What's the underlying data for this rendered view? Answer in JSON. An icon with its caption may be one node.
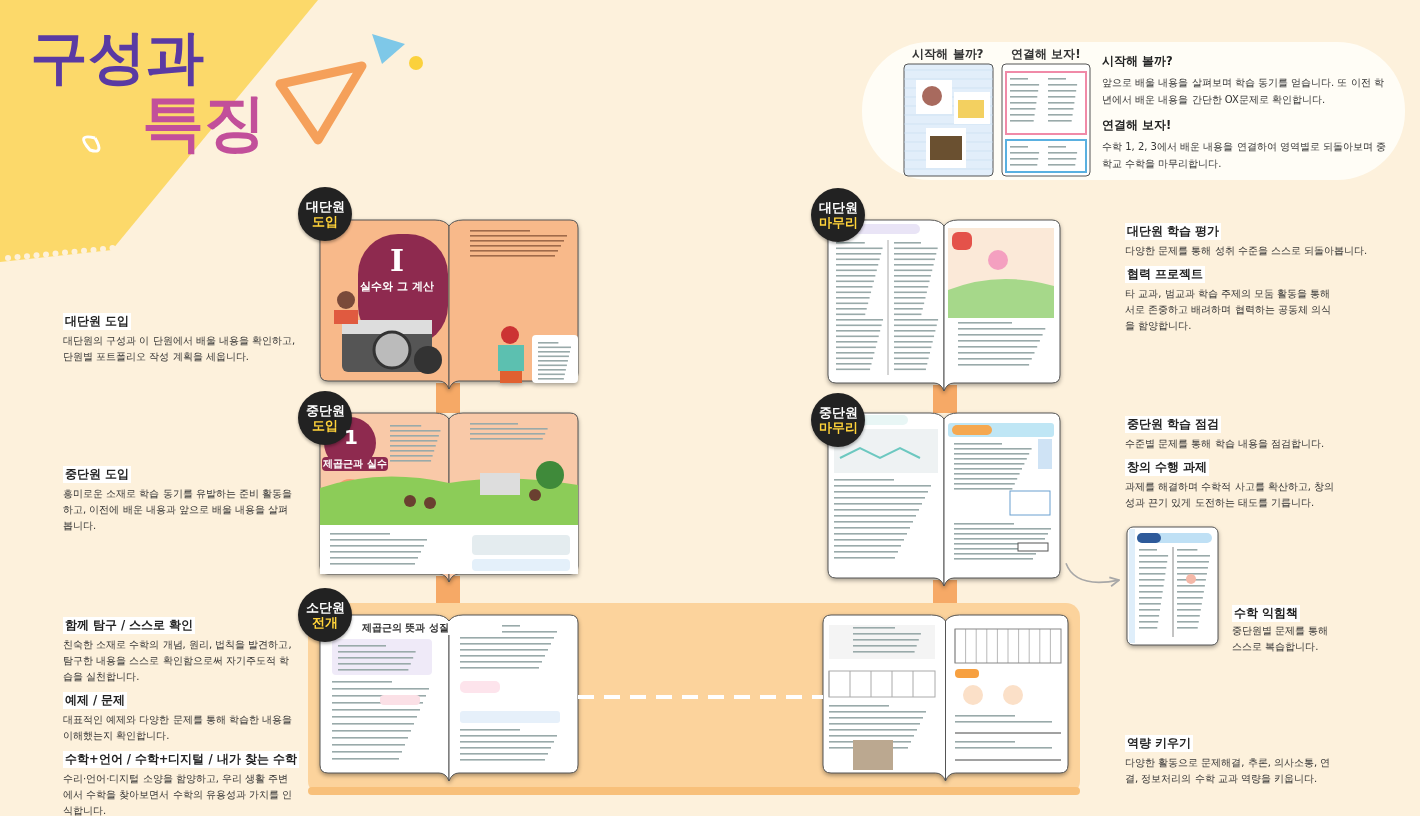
{
  "diagram": {
    "title": "구성과 특징",
    "nodes": [
      {
        "text": [
          "대단원 도입",
          "I",
          "실수와 그 계산"
        ]
      },
      {
        "text": [
          "중단원 도입",
          "1",
          "제곱근과 실수"
        ]
      },
      {
        "text": [
          "소단원 전개"
        ]
      },
      {
        "text": [
          "제곱근의 뜻과 성질"
        ],
        "in": 2
      },
      {
        "text": [],
        "shape": "picture",
        "in": 2
      },
      {
        "text": [
          "중단원 마무리"
        ]
      },
      {
        "text": [
          "대단원 마무리"
        ]
      },
      {
        "text": [],
        "shape": "picture",
        "beside": [
          "수학 익힘책",
          "중단원별 문제를 통해 스스로 복습합니다."
        ]
      },
      {
        "text": [
          "시작해 볼까?",
          "앞으로 배울 내용을 살펴보며 학습 동기를 얻습니다. 또 이전 학년에서 배운 내용을 간단한 OX문제로 확인합니다.",
          "연결해 보자!",
          "수학 1, 2, 3에서 배운 내용을 연결하여 영역별로 되돌아보며 중학교 수학을 마무리합니다."
        ]
      },
      {
        "text": [
          "시작해 볼까?"
        ],
        "in": 8
      },
      {
        "text": [
          "연결해 보자!"
        ],
        "in": 8
      }
    ],
    "edges": [
      {
        "from": 0,
        "to": 1,
        "arrow": "none"
      },
      {
        "from": 1,
        "to": 2,
        "arrow": "none"
      },
      {
        "from": 2,
        "to": 5,
        "arrow": "none"
      },
      {
        "from": 5,
        "to": 6,
        "arrow": "none"
      },
      {
        "from": 3,
        "to": 4,
        "arrow": "none",
        "style": "dashed",
        "color": "#ffffff"
      },
      {
        "from": 5,
        "to": 7,
        "arrow": "to",
        "color": "#a8a8a8"
      }
    ],
    "labels": [
      "대단원 도입",
      "대단원의 구성과 이 단원에서 배울 내용을 확인하고, 단원별 포트폴리오 작성 계획을 세웁니다.",
      "중단원 도입",
      "흥미로운 소재로 학습 동기를 유발하는 준비 활동을 하고, 이전에 배운 내용과 앞으로 배울 내용을 살펴봅니다.",
      "함께 탐구 / 스스로 확인",
      "친숙한 소재로 수학의 개념, 원리, 법칙을 발견하고, 탐구한 내용을 스스로 확인함으로써 자기주도적 학습을 실천합니다.",
      "예제 / 문제",
      "대표적인 예제와 다양한 문제를 통해 학습한 내용을 이해했는지 확인합니다.",
      "수학+언어 / 수학+디지털 / 내가 찾는 수학",
      "수리·언어·디지털 소양을 함양하고, 우리 생활 주변에서 수학을 찾아보면서 수학의 유용성과 가치를 인식합니다.",
      "대단원 학습 평가",
      "다양한 문제를 통해 성취 수준을 스스로 되돌아봅니다.",
      "협력 프로젝트",
      "타 교과, 범교과 학습 주제의 모둠 활동을 통해 서로 존중하고 배려하며 협력하는 공동체 의식을 함양합니다.",
      "중단원 학습 점검",
      "수준별 문제를 통해 학습 내용을 점검합니다.",
      "창의 수행 과제",
      "과제를 해결하며 수학적 사고를 확산하고, 창의성과 끈기 있게 도전하는 태도를 기릅니다.",
      "역량 키우기",
      "다양한 활동으로 문제해결, 추론, 의사소통, 연결, 정보처리의 수학 교과 역량을 키웁니다."
    ]
  }
}
